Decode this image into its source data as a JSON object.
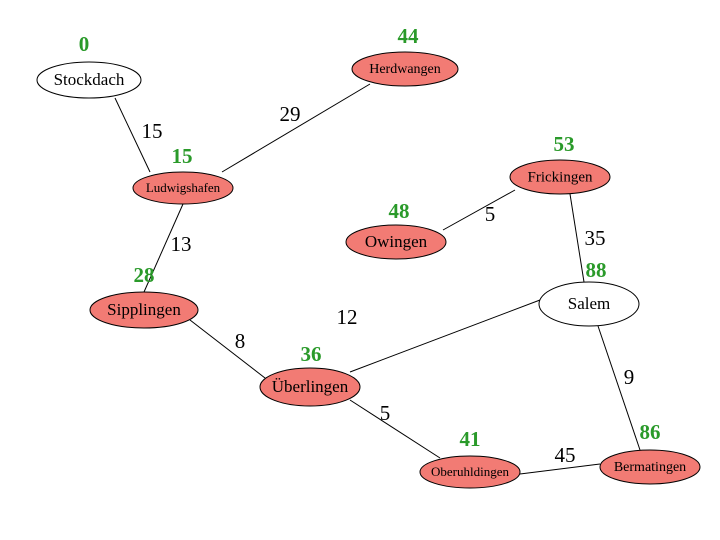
{
  "colors": {
    "node_fill": "#f27b74",
    "start_fill": "#ffffff",
    "distance_text": "#2a9a2a",
    "stroke": "#000000"
  },
  "nodes": [
    {
      "id": "stockdach",
      "label": "Stockdach",
      "distance": "0"
    },
    {
      "id": "herdwangen",
      "label": "Herdwangen",
      "distance": "44"
    },
    {
      "id": "ludwigshafen",
      "label": "Ludwigshafen",
      "distance": "15"
    },
    {
      "id": "frickingen",
      "label": "Frickingen",
      "distance": "53"
    },
    {
      "id": "owingen",
      "label": "Owingen",
      "distance": "48"
    },
    {
      "id": "sipplingen",
      "label": "Sipplingen",
      "distance": "28"
    },
    {
      "id": "salem",
      "label": "Salem",
      "distance": "88"
    },
    {
      "id": "ueberlingen",
      "label": "Überlingen",
      "distance": "36"
    },
    {
      "id": "oberuhldingen",
      "label": "Oberuhldingen",
      "distance": "41"
    },
    {
      "id": "bermatingen",
      "label": "Bermatingen",
      "distance": "86"
    }
  ],
  "edges": [
    {
      "from": "stockdach",
      "to": "ludwigshafen",
      "weight": "15"
    },
    {
      "from": "ludwigshafen",
      "to": "herdwangen",
      "weight": "29"
    },
    {
      "from": "ludwigshafen",
      "to": "sipplingen",
      "weight": "13"
    },
    {
      "from": "owingen",
      "to": "frickingen",
      "weight": "5"
    },
    {
      "from": "frickingen",
      "to": "salem",
      "weight": "35"
    },
    {
      "from": "sipplingen",
      "to": "ueberlingen",
      "weight": "8"
    },
    {
      "from": "ueberlingen",
      "to": "salem",
      "weight": "12"
    },
    {
      "from": "ueberlingen",
      "to": "oberuhldingen",
      "weight": "5"
    },
    {
      "from": "salem",
      "to": "bermatingen",
      "weight": "9"
    },
    {
      "from": "oberuhldingen",
      "to": "bermatingen",
      "weight": "45"
    }
  ]
}
